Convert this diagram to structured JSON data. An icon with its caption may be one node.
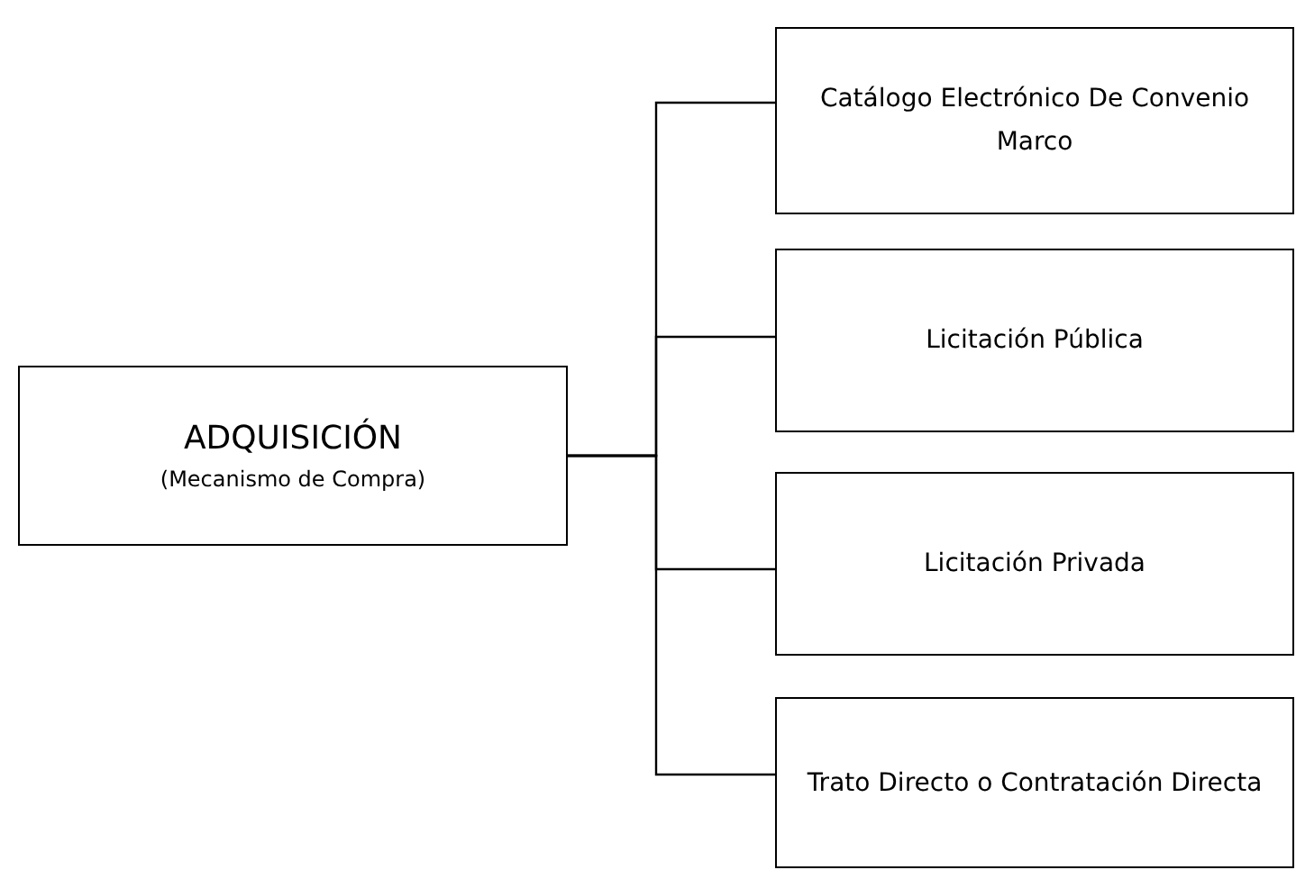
{
  "diagram": {
    "nodes": [
      {
        "text": [
          "ADQUISICIÓN",
          "(Mecanismo de Compra)"
        ]
      },
      {
        "text": [
          "Catálogo Electrónico De Convenio Marco"
        ]
      },
      {
        "text": [
          "Licitación Pública"
        ]
      },
      {
        "text": [
          "Licitación Privada"
        ]
      },
      {
        "text": [
          "Trato Directo o Contratación Directa"
        ]
      }
    ],
    "edges": [
      {
        "from": 0,
        "to": 1,
        "arrow": "none"
      },
      {
        "from": 0,
        "to": 2,
        "arrow": "none"
      },
      {
        "from": 0,
        "to": 3,
        "arrow": "none"
      },
      {
        "from": 0,
        "to": 4,
        "arrow": "none"
      }
    ]
  }
}
